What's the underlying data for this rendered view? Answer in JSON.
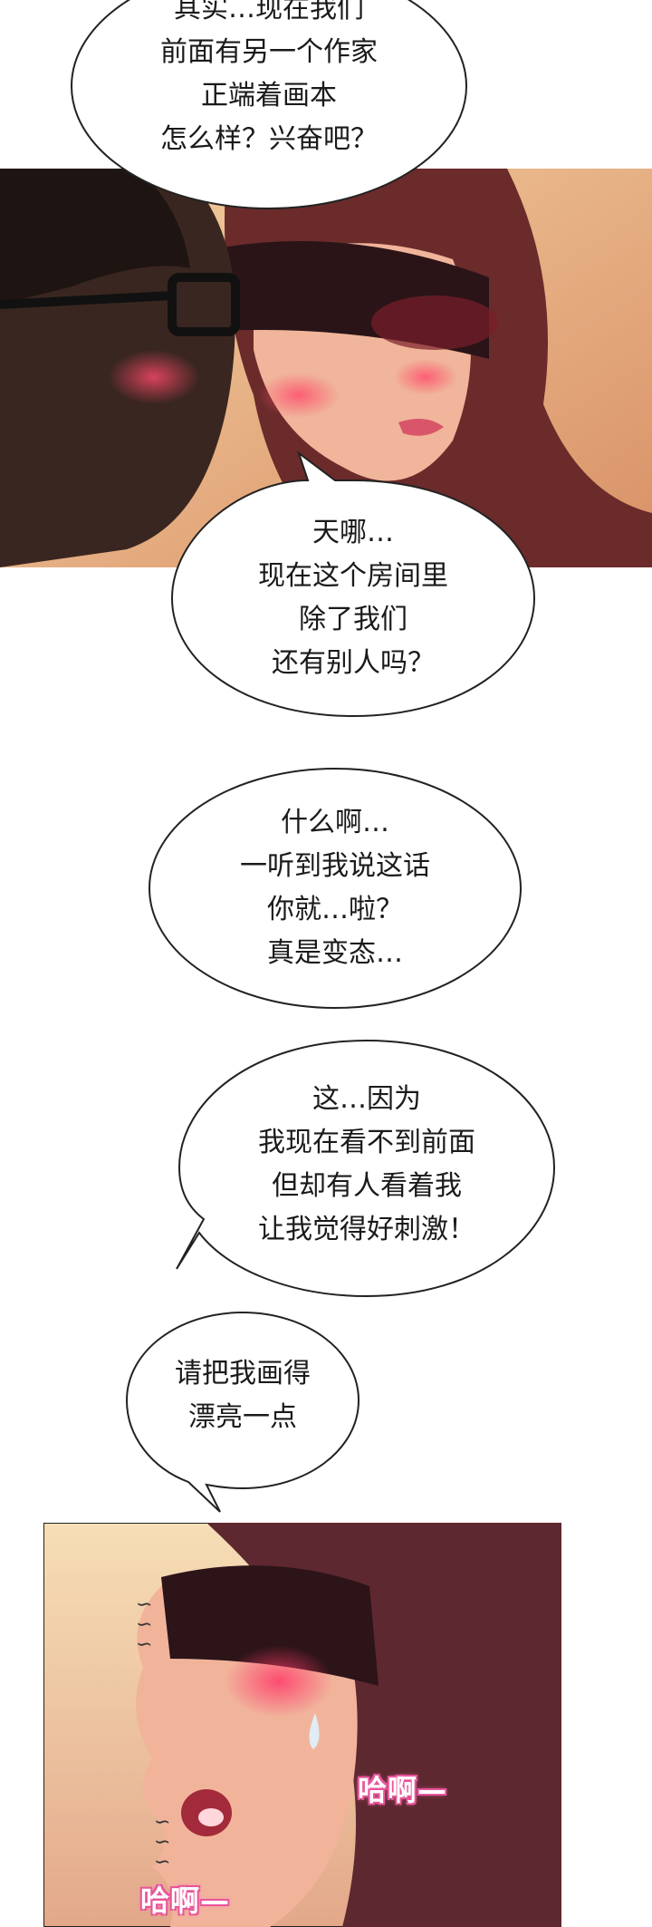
{
  "bubbles": {
    "b1": {
      "lines": [
        "其实…现在我们",
        "前面有另一个作家",
        "正端着画本",
        "怎么样？兴奋吧？"
      ]
    },
    "b2": {
      "lines": [
        "天哪…",
        "现在这个房间里",
        "除了我们",
        "还有别人吗？"
      ]
    },
    "b3": {
      "lines": [
        "什么啊…",
        "一听到我说这话",
        "你就…啦？",
        "真是变态…"
      ]
    },
    "b4": {
      "lines": [
        "这…因为",
        "我现在看不到前面",
        "但却有人看着我",
        "让我觉得好刺激！"
      ]
    },
    "b5": {
      "lines": [
        "请把我画得",
        "漂亮一点"
      ]
    }
  },
  "sfx": {
    "s1": "哈啊—",
    "s2": "哈啊—"
  },
  "colors": {
    "panel_warm": "#e9b07a",
    "skin": "#e9a58a",
    "hair": "#5a2a2a",
    "sfx_pink": "#e8559a"
  }
}
